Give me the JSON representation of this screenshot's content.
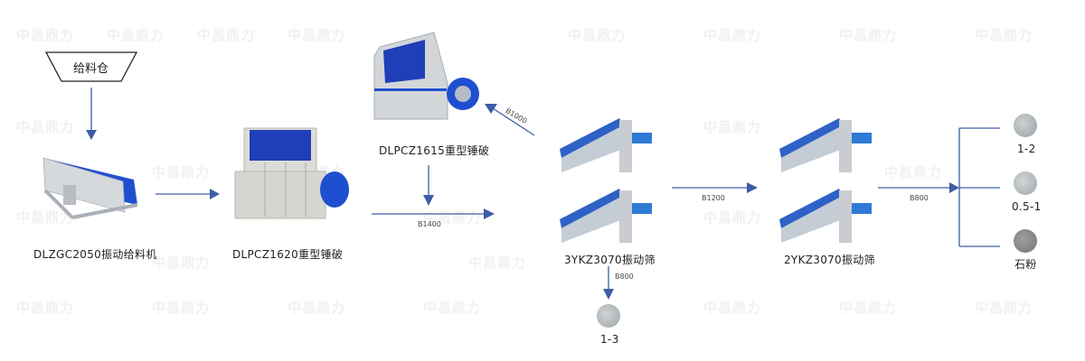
{
  "watermark": "中昌鼎力",
  "colors": {
    "arrow": "#3d5da8",
    "machine_blue": "#1f4fd1",
    "machine_gray": "#d8dadc",
    "text": "#222222"
  },
  "hopper": {
    "label": "给料仓"
  },
  "machines": {
    "feeder": {
      "label": "DLZGC2050振动给料机",
      "icon": "vibrating-feeder"
    },
    "crusher1": {
      "label": "DLPCZ1620重型锤破",
      "icon": "hammer-crusher"
    },
    "crusher2": {
      "label": "DLPCZ1615重型锤破",
      "icon": "hammer-crusher"
    },
    "screen1": {
      "label": "3YKZ3070振动筛",
      "icon": "vibrating-screen"
    },
    "screen2": {
      "label": "2YKZ3070振动筛",
      "icon": "vibrating-screen"
    }
  },
  "flows": {
    "b1400": "B1400",
    "b1000": "B1000",
    "b1200": "B1200",
    "b800_down": "B800",
    "b800_right": "B800"
  },
  "products": [
    {
      "label": "1-3",
      "color": "#b9bec2"
    },
    {
      "label": "1-2",
      "color": "#b5bbbe"
    },
    {
      "label": "0.5-1",
      "color": "#b9bfc2"
    },
    {
      "label": "石粉",
      "color": "#8d8e90"
    }
  ]
}
